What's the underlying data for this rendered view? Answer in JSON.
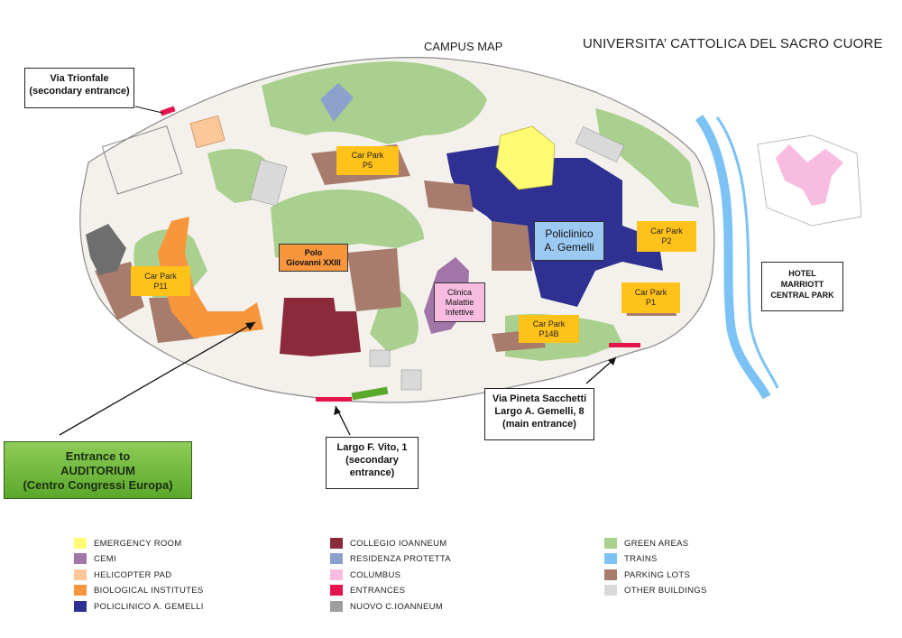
{
  "header": {
    "left_title": "CAMPUS MAP",
    "right_title": "UNIVERSITA’ CATTOLICA DEL SACRO CUORE"
  },
  "callouts": {
    "trionfale": [
      "Via Trionfale",
      "(secondary entrance)"
    ],
    "marriott": [
      "HOTEL",
      "MARRIOTT",
      "CENTRAL PARK"
    ],
    "pineta": [
      "Via Pineta Sacchetti",
      "Largo A. Gemelli, 8",
      "(main entrance)"
    ],
    "vito": [
      "Largo F. Vito, 1",
      "(secondary",
      "entrance)"
    ],
    "auditorium": [
      "Entrance to",
      "AUDITORIUM",
      "(Centro Congressi Europa)"
    ]
  },
  "places": {
    "p5": [
      "Car Park",
      "P5"
    ],
    "p11": [
      "Car Park",
      "P11"
    ],
    "p2": [
      "Car Park",
      "P2"
    ],
    "p1": [
      "Car Park",
      "P1"
    ],
    "p14b": [
      "Car Park",
      "P14B"
    ],
    "polo": [
      "Polo",
      "Giovanni XXIII"
    ],
    "policlinico": [
      "Policlinico",
      "A. Gemelli"
    ],
    "clinica": [
      "Clinica",
      "Malattie",
      "Infettive"
    ]
  },
  "colors": {
    "emergency": "#fffb73",
    "cemi": "#a275a8",
    "helipad": "#fcc89b",
    "biological": "#f7963c",
    "policlinico": "#2e3192",
    "collegio": "#8b2a3a",
    "residenza": "#8ba1cc",
    "columbus": "#f7bce0",
    "entrances": "#e5144b",
    "nuovo": "#9e9e9e",
    "green": "#a9d08e",
    "trains": "#7cc2f5",
    "parking": "#a77c6c",
    "other": "#d9d9d9",
    "carpark_tag": "#ffc21a"
  },
  "legend": [
    {
      "label": "EMERGENCY ROOM",
      "color": "#fffb73"
    },
    {
      "label": "CEMI",
      "color": "#a275a8"
    },
    {
      "label": "HELICOPTER PAD",
      "color": "#fcc89b"
    },
    {
      "label": "BIOLOGICAL INSTITUTES",
      "color": "#f7963c"
    },
    {
      "label": "POLICLINICO A. GEMELLI",
      "color": "#2e3192"
    },
    {
      "label": "COLLEGIO IOANNEUM",
      "color": "#8b2a3a"
    },
    {
      "label": "RESIDENZA PROTETTA",
      "color": "#8ba1cc"
    },
    {
      "label": "COLUMBUS",
      "color": "#f7bce0"
    },
    {
      "label": "ENTRANCES",
      "color": "#e5144b"
    },
    {
      "label": "NUOVO C.IOANNEUM",
      "color": "#9e9e9e"
    },
    {
      "label": "GREEN AREAS",
      "color": "#a9d08e"
    },
    {
      "label": "TRAINS",
      "color": "#7cc2f5"
    },
    {
      "label": "PARKING LOTS",
      "color": "#a77c6c"
    },
    {
      "label": "OTHER BUILDINGS",
      "color": "#d9d9d9"
    }
  ]
}
